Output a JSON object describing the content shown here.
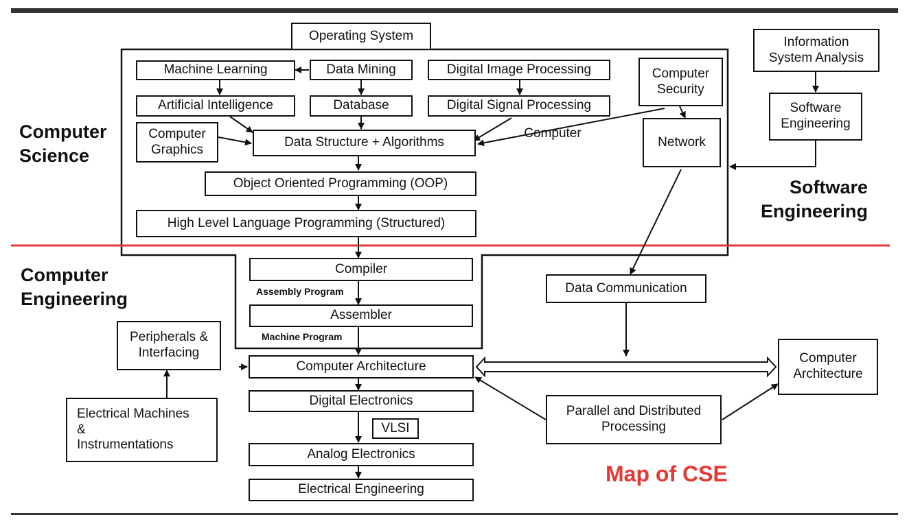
{
  "regions": {
    "computer_science": "Computer\nScience",
    "software_engineering": "Software\nEngineering",
    "computer_engineering": "Computer\nEngineering"
  },
  "title": "Map of CSE",
  "nodes": {
    "operating_system": "Operating System",
    "machine_learning": "Machine Learning",
    "data_mining": "Data Mining",
    "digital_image_processing": "Digital Image Processing",
    "computer_security": "Computer\nSecurity",
    "information_system_analysis": "Information\nSystem Analysis",
    "artificial_intelligence": "Artificial Intelligence",
    "database": "Database",
    "digital_signal_processing": "Digital Signal Processing",
    "software_engineering_box": "Software\nEngineering",
    "computer_graphics": "Computer\nGraphics",
    "data_structure_algorithms": "Data Structure + Algorithms",
    "computer_label": "Computer",
    "network": "Network",
    "oop": "Object Oriented Programming (OOP)",
    "high_level_language": "High Level Language Programming (Structured)",
    "compiler": "Compiler",
    "assembly_program": "Assembly Program",
    "assembler": "Assembler",
    "machine_program": "Machine Program",
    "data_communication": "Data Communication",
    "peripherals": "Peripherals &\nInterfacing",
    "computer_architecture": "Computer Architecture",
    "computer_architecture_right": "Computer\nArchitecture",
    "electrical_machines": "Electrical Machines\n&\nInstrumentations",
    "digital_electronics": "Digital Electronics",
    "vlsi": "VLSI",
    "parallel_distributed": "Parallel and Distributed\nProcessing",
    "analog_electronics": "Analog Electronics",
    "electrical_engineering": "Electrical Engineering"
  },
  "colors": {
    "divider": "#e53935",
    "title": "#e53935",
    "rule": "#333333"
  }
}
